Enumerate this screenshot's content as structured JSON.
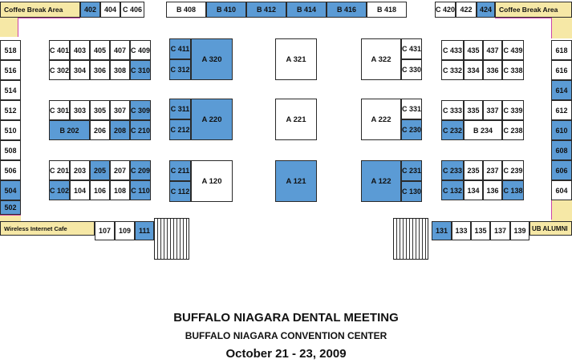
{
  "header": {
    "title": "BUFFALO NIAGARA DENTAL MEETING",
    "subtitle": "BUFFALO NIAGARA CONVENTION CENTER",
    "dates": "October 21 - 23, 2009"
  },
  "colors": {
    "booked": "#5b9bd5",
    "available": "#ffffff",
    "amenity": "#f6e8a6",
    "outline": "#cc44aa"
  },
  "booths": [
    {
      "id": "coffee-break-left",
      "label": "Coffee Break Area",
      "status": "amenity"
    },
    {
      "id": "402",
      "label": "402",
      "status": "booked"
    },
    {
      "id": "404",
      "label": "404",
      "status": "available"
    },
    {
      "id": "c406",
      "label": "C 406",
      "status": "available"
    },
    {
      "id": "b408",
      "label": "B 408",
      "status": "available"
    },
    {
      "id": "b410",
      "label": "B 410",
      "status": "booked"
    },
    {
      "id": "b412",
      "label": "B 412",
      "status": "booked"
    },
    {
      "id": "b414",
      "label": "B 414",
      "status": "booked"
    },
    {
      "id": "b416",
      "label": "B 416",
      "status": "booked"
    },
    {
      "id": "b418",
      "label": "B 418",
      "status": "available"
    },
    {
      "id": "c420",
      "label": "C 420",
      "status": "available"
    },
    {
      "id": "422",
      "label": "422",
      "status": "available"
    },
    {
      "id": "424",
      "label": "424",
      "status": "booked"
    },
    {
      "id": "coffee-break-right",
      "label": "Coffee Break Area",
      "status": "amenity"
    },
    {
      "id": "518",
      "label": "518",
      "status": "available"
    },
    {
      "id": "516",
      "label": "516",
      "status": "available"
    },
    {
      "id": "514",
      "label": "514",
      "status": "available"
    },
    {
      "id": "512",
      "label": "512",
      "status": "available"
    },
    {
      "id": "510",
      "label": "510",
      "status": "available"
    },
    {
      "id": "508",
      "label": "508",
      "status": "available"
    },
    {
      "id": "506",
      "label": "506",
      "status": "available"
    },
    {
      "id": "504",
      "label": "504",
      "status": "booked"
    },
    {
      "id": "502",
      "label": "502",
      "status": "booked"
    },
    {
      "id": "618",
      "label": "618",
      "status": "available"
    },
    {
      "id": "616",
      "label": "616",
      "status": "available"
    },
    {
      "id": "614",
      "label": "614",
      "status": "booked"
    },
    {
      "id": "612",
      "label": "612",
      "status": "available"
    },
    {
      "id": "610",
      "label": "610",
      "status": "booked"
    },
    {
      "id": "608",
      "label": "608",
      "status": "booked"
    },
    {
      "id": "606",
      "label": "606",
      "status": "booked"
    },
    {
      "id": "604",
      "label": "604",
      "status": "available"
    },
    {
      "id": "c401",
      "label": "C 401",
      "status": "available"
    },
    {
      "id": "403",
      "label": "403",
      "status": "available"
    },
    {
      "id": "405",
      "label": "405",
      "status": "available"
    },
    {
      "id": "407",
      "label": "407",
      "status": "available"
    },
    {
      "id": "c409",
      "label": "C 409",
      "status": "available"
    },
    {
      "id": "c302",
      "label": "C 302",
      "status": "available"
    },
    {
      "id": "304",
      "label": "304",
      "status": "available"
    },
    {
      "id": "306",
      "label": "306",
      "status": "available"
    },
    {
      "id": "308",
      "label": "308",
      "status": "available"
    },
    {
      "id": "c310",
      "label": "C 310",
      "status": "booked"
    },
    {
      "id": "c301",
      "label": "C 301",
      "status": "available"
    },
    {
      "id": "303",
      "label": "303",
      "status": "available"
    },
    {
      "id": "305",
      "label": "305",
      "status": "available"
    },
    {
      "id": "307",
      "label": "307",
      "status": "available"
    },
    {
      "id": "c309",
      "label": "C 309",
      "status": "booked"
    },
    {
      "id": "b202",
      "label": "B 202",
      "status": "booked"
    },
    {
      "id": "206",
      "label": "206",
      "status": "available"
    },
    {
      "id": "208",
      "label": "208",
      "status": "booked"
    },
    {
      "id": "c210",
      "label": "C 210",
      "status": "booked"
    },
    {
      "id": "c201",
      "label": "C 201",
      "status": "available"
    },
    {
      "id": "203",
      "label": "203",
      "status": "available"
    },
    {
      "id": "205",
      "label": "205",
      "status": "booked"
    },
    {
      "id": "207",
      "label": "207",
      "status": "available"
    },
    {
      "id": "c209",
      "label": "C 209",
      "status": "booked"
    },
    {
      "id": "c102",
      "label": "C 102",
      "status": "booked"
    },
    {
      "id": "104",
      "label": "104",
      "status": "available"
    },
    {
      "id": "106",
      "label": "106",
      "status": "available"
    },
    {
      "id": "108",
      "label": "108",
      "status": "available"
    },
    {
      "id": "c110",
      "label": "C 110",
      "status": "booked"
    },
    {
      "id": "c411",
      "label": "C 411",
      "status": "booked"
    },
    {
      "id": "c312",
      "label": "C 312",
      "status": "booked"
    },
    {
      "id": "a320",
      "label": "A 320",
      "status": "booked"
    },
    {
      "id": "c311",
      "label": "C 311",
      "status": "booked"
    },
    {
      "id": "c212",
      "label": "C 212",
      "status": "booked"
    },
    {
      "id": "a220",
      "label": "A 220",
      "status": "booked"
    },
    {
      "id": "c211",
      "label": "C 211",
      "status": "booked"
    },
    {
      "id": "c112",
      "label": "C 112",
      "status": "booked"
    },
    {
      "id": "a120",
      "label": "A 120",
      "status": "available"
    },
    {
      "id": "a321",
      "label": "A 321",
      "status": "available"
    },
    {
      "id": "a221",
      "label": "A 221",
      "status": "available"
    },
    {
      "id": "a121",
      "label": "A 121",
      "status": "booked"
    },
    {
      "id": "a322",
      "label": "A 322",
      "status": "available"
    },
    {
      "id": "c431",
      "label": "C 431",
      "status": "available"
    },
    {
      "id": "c330",
      "label": "C 330",
      "status": "available"
    },
    {
      "id": "a222",
      "label": "A 222",
      "status": "available"
    },
    {
      "id": "c331",
      "label": "C 331",
      "status": "available"
    },
    {
      "id": "c230",
      "label": "C 230",
      "status": "booked"
    },
    {
      "id": "a122",
      "label": "A 122",
      "status": "booked"
    },
    {
      "id": "c231",
      "label": "C 231",
      "status": "booked"
    },
    {
      "id": "c130",
      "label": "C 130",
      "status": "booked"
    },
    {
      "id": "c433",
      "label": "C 433",
      "status": "available"
    },
    {
      "id": "435",
      "label": "435",
      "status": "available"
    },
    {
      "id": "437",
      "label": "437",
      "status": "available"
    },
    {
      "id": "c439",
      "label": "C 439",
      "status": "available"
    },
    {
      "id": "c332",
      "label": "C 332",
      "status": "available"
    },
    {
      "id": "334",
      "label": "334",
      "status": "available"
    },
    {
      "id": "336",
      "label": "336",
      "status": "available"
    },
    {
      "id": "c338",
      "label": "C 338",
      "status": "available"
    },
    {
      "id": "c333",
      "label": "C 333",
      "status": "available"
    },
    {
      "id": "335",
      "label": "335",
      "status": "available"
    },
    {
      "id": "337",
      "label": "337",
      "status": "available"
    },
    {
      "id": "c339",
      "label": "C 339",
      "status": "available"
    },
    {
      "id": "c232",
      "label": "C 232",
      "status": "booked"
    },
    {
      "id": "b234",
      "label": "B 234",
      "status": "available"
    },
    {
      "id": "c238",
      "label": "C 238",
      "status": "available"
    },
    {
      "id": "c233",
      "label": "C 233",
      "status": "booked"
    },
    {
      "id": "235",
      "label": "235",
      "status": "available"
    },
    {
      "id": "237",
      "label": "237",
      "status": "available"
    },
    {
      "id": "c239",
      "label": "C 239",
      "status": "available"
    },
    {
      "id": "c132",
      "label": "C 132",
      "status": "booked"
    },
    {
      "id": "134",
      "label": "134",
      "status": "available"
    },
    {
      "id": "136",
      "label": "136",
      "status": "available"
    },
    {
      "id": "c138",
      "label": "C 138",
      "status": "booked"
    },
    {
      "id": "wireless-cafe",
      "label": "Wireless Internet Cafe",
      "status": "amenity"
    },
    {
      "id": "107",
      "label": "107",
      "status": "available"
    },
    {
      "id": "109",
      "label": "109",
      "status": "available"
    },
    {
      "id": "111",
      "label": "111",
      "status": "booked"
    },
    {
      "id": "131",
      "label": "131",
      "status": "booked"
    },
    {
      "id": "133",
      "label": "133",
      "status": "available"
    },
    {
      "id": "135",
      "label": "135",
      "status": "available"
    },
    {
      "id": "137",
      "label": "137",
      "status": "available"
    },
    {
      "id": "139",
      "label": "139",
      "status": "available"
    },
    {
      "id": "ub-alumni",
      "label": "UB ALUMNI",
      "status": "amenity"
    }
  ]
}
